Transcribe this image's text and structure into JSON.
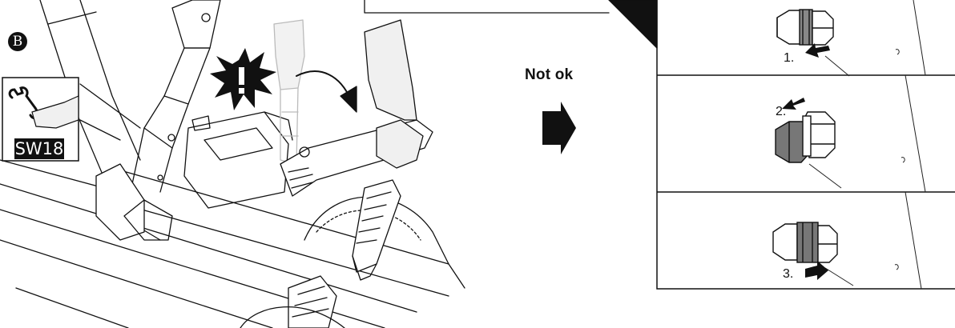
{
  "section_marker": "B",
  "tool_badge": {
    "label": "SW18",
    "icon": "wrench-icon"
  },
  "warning_icon": "exclamation-burst-icon",
  "verdict_label": "Not ok",
  "arrow_icon": "right-arrow-icon",
  "steps": [
    {
      "label": "1."
    },
    {
      "label": "2."
    },
    {
      "label": "3."
    }
  ]
}
